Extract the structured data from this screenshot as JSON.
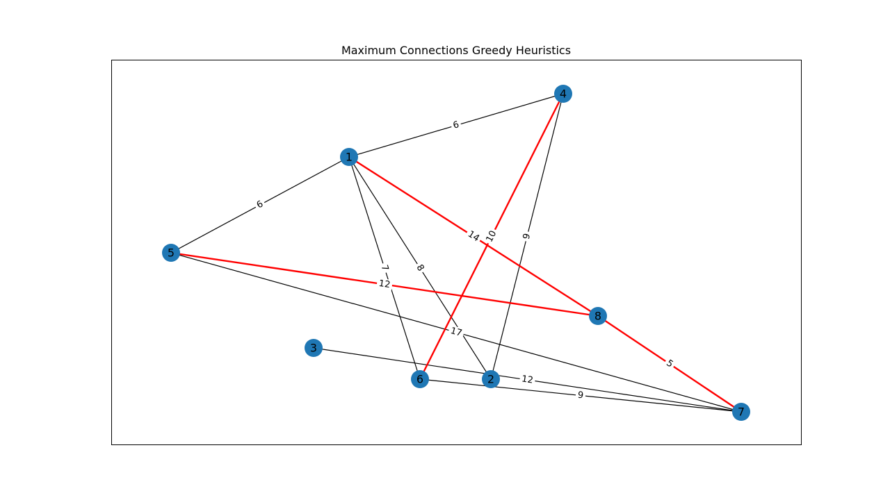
{
  "title": "Maximum Connections Greedy Heuristics",
  "colors": {
    "node": "#1f77b4",
    "edge": "#000000",
    "highlight": "#ff0000"
  },
  "nodes": [
    {
      "id": "1",
      "label": "1"
    },
    {
      "id": "2",
      "label": "2"
    },
    {
      "id": "3",
      "label": "3"
    },
    {
      "id": "4",
      "label": "4"
    },
    {
      "id": "5",
      "label": "5"
    },
    {
      "id": "6",
      "label": "6"
    },
    {
      "id": "7",
      "label": "7"
    },
    {
      "id": "8",
      "label": "8"
    }
  ],
  "edges": [
    {
      "source": "1",
      "target": "4",
      "weight": "6",
      "highlighted": false
    },
    {
      "source": "1",
      "target": "5",
      "weight": "6",
      "highlighted": false
    },
    {
      "source": "1",
      "target": "6",
      "weight": "7",
      "highlighted": false
    },
    {
      "source": "1",
      "target": "2",
      "weight": "8",
      "highlighted": false
    },
    {
      "source": "1",
      "target": "8",
      "weight": "14",
      "highlighted": true
    },
    {
      "source": "4",
      "target": "2",
      "weight": "9",
      "highlighted": false
    },
    {
      "source": "4",
      "target": "6",
      "weight": "10",
      "highlighted": true
    },
    {
      "source": "5",
      "target": "8",
      "weight": "12",
      "highlighted": true
    },
    {
      "source": "5",
      "target": "7",
      "weight": "17",
      "highlighted": false
    },
    {
      "source": "3",
      "target": "7",
      "weight": "12",
      "highlighted": false
    },
    {
      "source": "6",
      "target": "7",
      "weight": "9",
      "highlighted": false
    },
    {
      "source": "8",
      "target": "7",
      "weight": "5",
      "highlighted": true
    }
  ]
}
